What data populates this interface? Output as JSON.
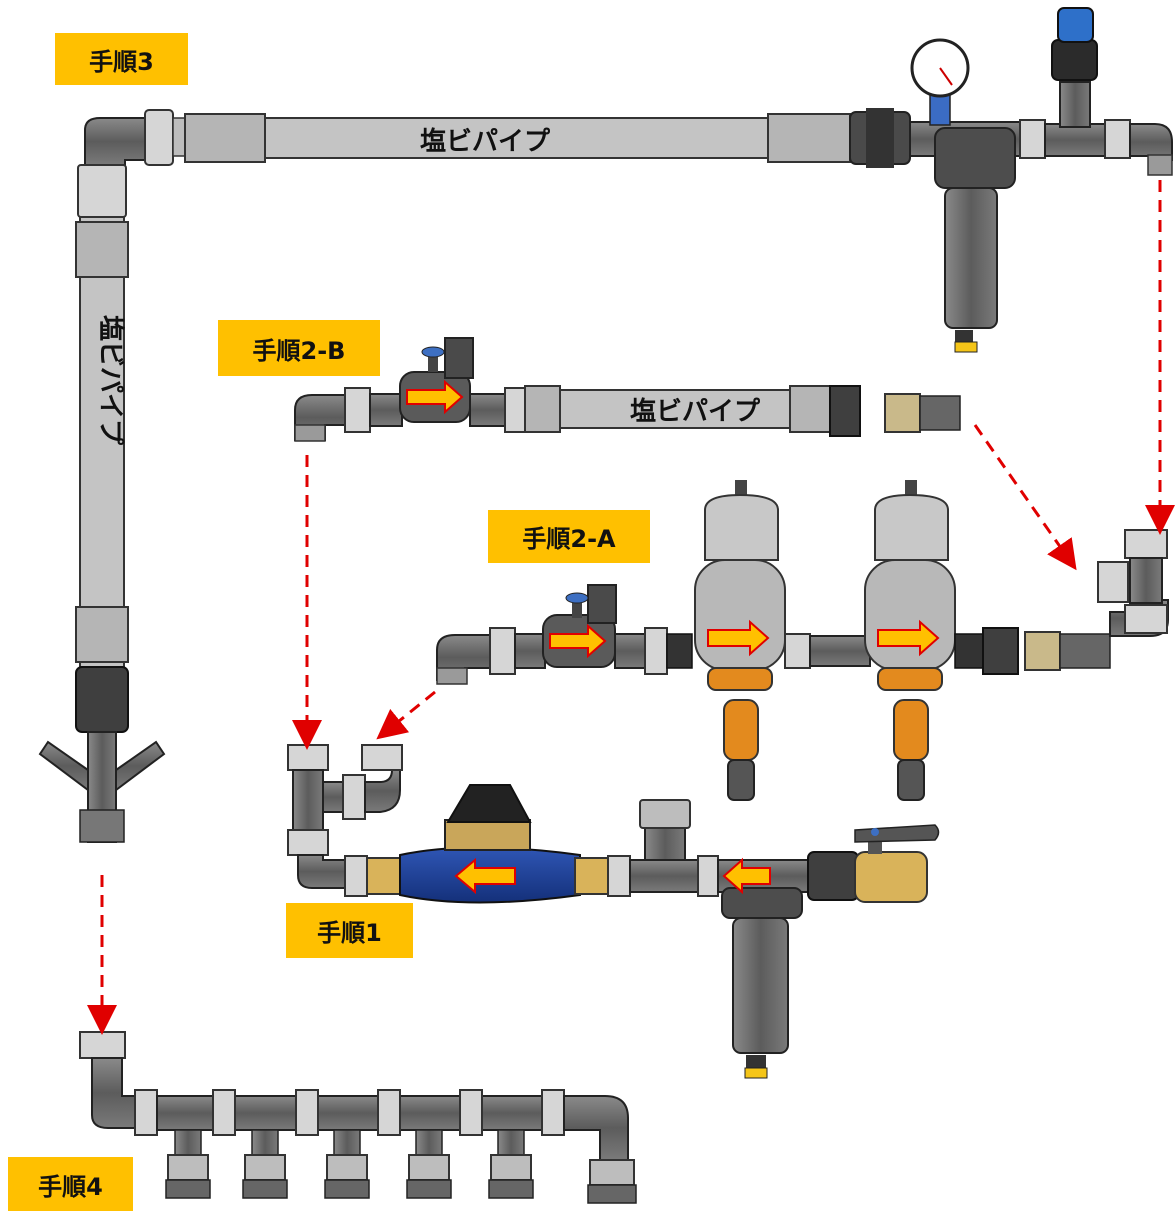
{
  "steps": {
    "step1": "手順1",
    "step2a": "手順2-A",
    "step2b": "手順2-B",
    "step3": "手順3",
    "step4": "手順4"
  },
  "pipe_labels": {
    "top": "塩ビパイプ",
    "middle": "塩ビパイプ",
    "vertical": "塩ビパイプ"
  },
  "colors": {
    "label_bg": "#ffc000",
    "pipe_dark": "#6b6b6b",
    "pipe_light": "#c4c4c4",
    "flow_arrow_fill": "#ffc000",
    "flow_arrow_stroke": "#e00000",
    "guide_arrow": "#e00000",
    "meter_body": "#1f3f8f",
    "brass": "#d9b35a",
    "dosatron_orange": "#e38a1e"
  },
  "icons": [
    "pressure-gauge-icon",
    "air-valve-icon",
    "solenoid-valve-icon",
    "ball-valve-icon",
    "water-meter-icon",
    "filter-icon",
    "dosing-pump-icon"
  ]
}
